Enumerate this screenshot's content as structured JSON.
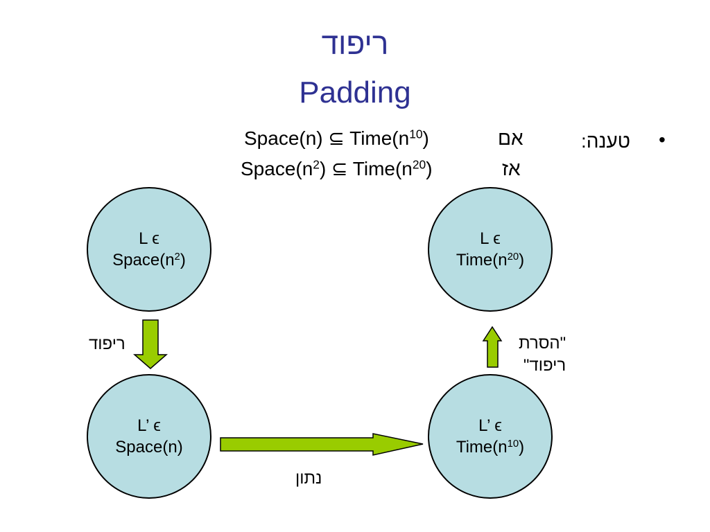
{
  "title": {
    "hebrew": "ריפוד",
    "english": "Padding"
  },
  "claim": {
    "bullet": "•",
    "label": "טענה:",
    "row1": {
      "word": "אם",
      "formula_pre": "Space(n) ⊆ Time(n",
      "formula_sup": "10",
      "formula_post": ")"
    },
    "row2": {
      "word": "אז",
      "formula_pre": "Space(n",
      "formula_sup1": "2",
      "formula_mid": ") ⊆ Time(n",
      "formula_sup2": "20",
      "formula_post": ")"
    }
  },
  "nodes": {
    "top_left": {
      "line1": "L ϵ",
      "line2_pre": "Space(n",
      "line2_sup": "2",
      "line2_post": ")"
    },
    "bottom_left": {
      "line1": "L’ ϵ",
      "line2_pre": "Space(n)"
    },
    "top_right": {
      "line1": "L ϵ",
      "line2_pre": "Time(n",
      "line2_sup": "20",
      "line2_post": ")"
    },
    "bottom_right": {
      "line1": "L’ ϵ",
      "line2_pre": "Time(n",
      "line2_sup": "10",
      "line2_post": ")"
    }
  },
  "edges": {
    "padding_label": "ריפוד",
    "given_label": "נתון",
    "unpadding_line1": "\"הסרת",
    "unpadding_line2": "ריפוד\""
  },
  "colors": {
    "title": "#2e3192",
    "node_fill": "#b7dde2",
    "arrow_fill": "#99cc00"
  }
}
